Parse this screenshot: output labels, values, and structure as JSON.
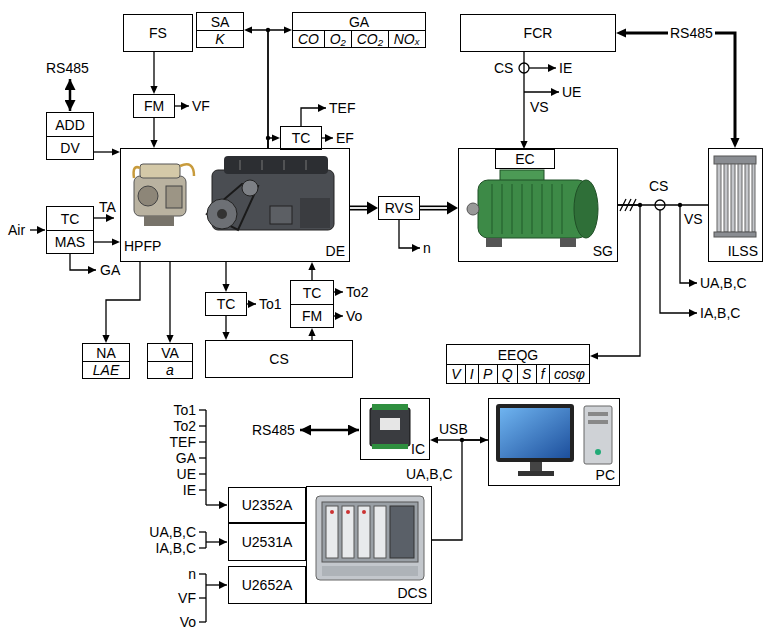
{
  "diagram": {
    "nodes": [
      {
        "text": [
          "FS"
        ]
      },
      {
        "text": [
          "SA",
          "K"
        ]
      },
      {
        "text": [
          "GA",
          "CO",
          "O₂",
          "CO₂",
          "NOₓ"
        ]
      },
      {
        "text": [
          "FCR"
        ]
      },
      {
        "text": [
          "FM"
        ]
      },
      {
        "text": [
          "ADD",
          "DV"
        ]
      },
      {
        "text": [
          "TC"
        ]
      },
      {
        "text": [
          "TC",
          "MAS"
        ]
      },
      {
        "text": [
          "DE"
        ]
      },
      {
        "text": [
          "RVS"
        ]
      },
      {
        "text": [
          "SG"
        ]
      },
      {
        "text": [
          "EC"
        ],
        "in": 10
      },
      {
        "text": [
          "ILSS"
        ]
      },
      {
        "text": [
          "TC"
        ]
      },
      {
        "text": [
          "TC",
          "FM"
        ]
      },
      {
        "text": [
          "CS"
        ]
      },
      {
        "text": [
          "NA",
          "LAE"
        ]
      },
      {
        "text": [
          "VA",
          "a"
        ]
      },
      {
        "text": [
          "EEQG",
          "V",
          "I",
          "P",
          "Q",
          "S",
          "f",
          "cosφ"
        ]
      },
      {
        "text": [
          "IC"
        ]
      },
      {
        "text": [
          "PC"
        ]
      },
      {
        "text": [
          "U2352A"
        ]
      },
      {
        "text": [
          "U2531A"
        ]
      },
      {
        "text": [
          "U2652A"
        ]
      },
      {
        "text": [
          "DCS"
        ]
      }
    ],
    "edges": [
      {
        "from": 0,
        "to": 4,
        "arrow": "to"
      },
      {
        "from": 4,
        "to": 8,
        "arrow": "to"
      },
      {
        "from": 5,
        "to": 8,
        "arrow": "to"
      },
      {
        "from": 7,
        "to": 8,
        "arrow": "to"
      },
      {
        "from": 8,
        "to": 1,
        "arrow": "to"
      },
      {
        "from": 8,
        "to": 2,
        "arrow": "to"
      },
      {
        "from": 8,
        "to": 6,
        "arrow": "to"
      },
      {
        "from": 8,
        "to": 9,
        "arrow": "to"
      },
      {
        "from": 9,
        "to": 10,
        "arrow": "to"
      },
      {
        "from": 3,
        "to": 12,
        "label": "RS485",
        "arrow": "both"
      },
      {
        "from": 3,
        "to": 11,
        "arrow": "to"
      },
      {
        "from": 10,
        "to": 12,
        "arrow": "none"
      },
      {
        "from": 10,
        "to": 18,
        "arrow": "to"
      },
      {
        "from": 8,
        "to": 13,
        "arrow": "to"
      },
      {
        "from": 13,
        "to": 15,
        "arrow": "to"
      },
      {
        "from": 15,
        "to": 14,
        "arrow": "to"
      },
      {
        "from": 14,
        "to": 8,
        "arrow": "to"
      },
      {
        "from": 8,
        "to": 16,
        "arrow": "to"
      },
      {
        "from": 8,
        "to": 17,
        "arrow": "to"
      },
      {
        "from": 19,
        "to": 20,
        "label": "USB",
        "arrow": "both"
      },
      {
        "from": 24,
        "to": 20,
        "arrow": "none"
      }
    ],
    "labels": [
      "RS485",
      "Air",
      "TA",
      "GA",
      "VF",
      "TEF",
      "EF",
      "HPFP",
      "n",
      "CS",
      "IE",
      "VS",
      "UE",
      "CS",
      "VS",
      "UA,B,C",
      "IA,B,C",
      "To1",
      "To2",
      "Vo",
      "RS485",
      "UA,B,C",
      "To1",
      "To2",
      "TEF",
      "GA",
      "UE",
      "IE",
      "UA,B,C",
      "IA,B,C",
      "n",
      "VF",
      "Vo"
    ]
  }
}
